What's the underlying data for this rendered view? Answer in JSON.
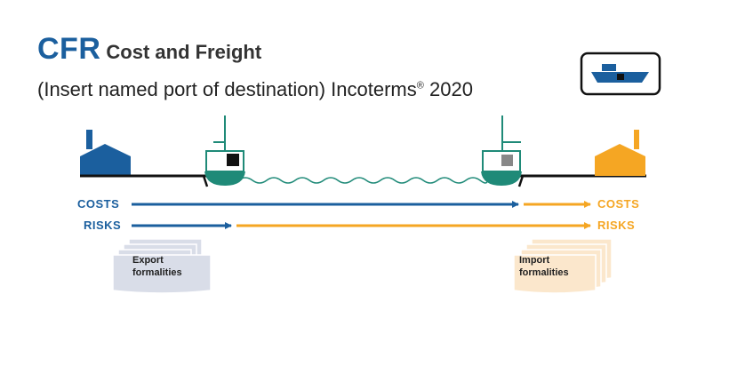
{
  "title": {
    "abbr": "CFR",
    "full": "Cost and Freight"
  },
  "subtitle": {
    "text": "(Insert named port of destination) Incoterms",
    "reg": "®",
    "year": " 2020"
  },
  "transport_mode": "sea-vessel-icon",
  "flows": {
    "costs_seller": "COSTS",
    "risks_seller": "RISKS",
    "costs_buyer": "COSTS",
    "risks_buyer": "RISKS"
  },
  "documents": {
    "export_line1": "Export",
    "export_line2": "formalities",
    "import_line1": "Import",
    "import_line2": "formalities"
  },
  "colors": {
    "seller": "#1b5f9e",
    "buyer": "#f5a623",
    "vessel": "#1f8a78",
    "export_doc": "#d9dde8",
    "import_doc": "#fbe7cc"
  }
}
